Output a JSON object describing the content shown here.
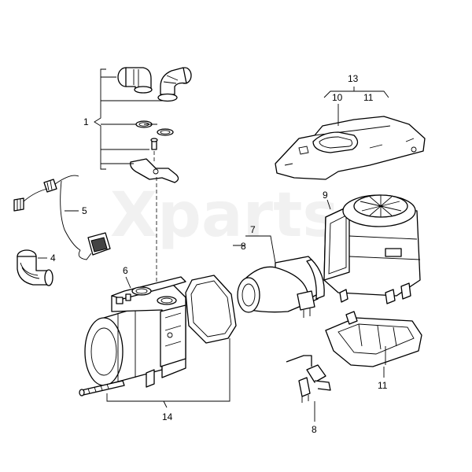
{
  "watermark": "Xparts",
  "callouts": {
    "c1": "1",
    "c4": "4",
    "c5": "5",
    "c6": "6",
    "c7": "7",
    "c8a": "8",
    "c8b": "8",
    "c9": "9",
    "c10": "10",
    "c11a": "11",
    "c11b": "11",
    "c13": "13",
    "c14": "14"
  }
}
